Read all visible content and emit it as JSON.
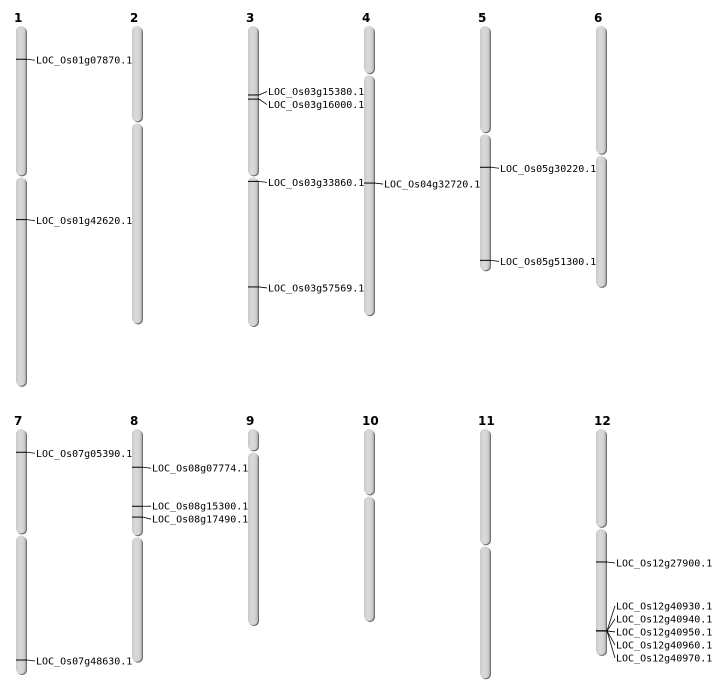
{
  "diagram": {
    "type": "chromosome-map",
    "units": "Mb",
    "colors": {
      "chromosome": "#d3d3d3",
      "chromosome_shadow": "#6e6e6e",
      "marker": "#000000"
    },
    "chromosomes": [
      {
        "name": "1",
        "length": 43.3,
        "centromere": 18.1,
        "genes": [
          {
            "id": "LOC_Os01g07870.1",
            "pos": 4.0
          },
          {
            "id": "LOC_Os01g42620.1",
            "pos": 23.3
          }
        ]
      },
      {
        "name": "2",
        "length": 35.8,
        "centromere": 11.6,
        "genes": []
      },
      {
        "name": "3",
        "length": 36.1,
        "centromere": 18.1,
        "genes": [
          {
            "id": "LOC_Os03g15380.1",
            "pos": 8.3
          },
          {
            "id": "LOC_Os03g16000.1",
            "pos": 8.8
          },
          {
            "id": "LOC_Os03g33860.1",
            "pos": 18.7
          },
          {
            "id": "LOC_Os03g57569.1",
            "pos": 31.4
          }
        ]
      },
      {
        "name": "4",
        "length": 34.8,
        "centromere": 5.8,
        "genes": [
          {
            "id": "LOC_Os04g32720.1",
            "pos": 18.9
          }
        ]
      },
      {
        "name": "5",
        "length": 29.4,
        "centromere": 12.9,
        "genes": [
          {
            "id": "LOC_Os05g30220.1",
            "pos": 17.0
          },
          {
            "id": "LOC_Os05g51300.1",
            "pos": 28.2
          }
        ]
      },
      {
        "name": "6",
        "length": 31.4,
        "centromere": 15.5,
        "genes": []
      },
      {
        "name": "7",
        "length": 29.5,
        "centromere": 12.7,
        "genes": [
          {
            "id": "LOC_Os07g05390.1",
            "pos": 2.8
          },
          {
            "id": "LOC_Os07g48630.1",
            "pos": 27.8
          }
        ]
      },
      {
        "name": "8",
        "length": 28.0,
        "centromere": 12.9,
        "genes": [
          {
            "id": "LOC_Os08g07774.1",
            "pos": 4.6
          },
          {
            "id": "LOC_Os08g15300.1",
            "pos": 9.3
          },
          {
            "id": "LOC_Os08g17490.1",
            "pos": 10.6
          }
        ]
      },
      {
        "name": "9",
        "length": 23.6,
        "centromere": 2.7,
        "genes": []
      },
      {
        "name": "10",
        "length": 23.1,
        "centromere": 8.0,
        "genes": []
      },
      {
        "name": "11",
        "length": 30.0,
        "centromere": 14.0,
        "genes": []
      },
      {
        "name": "12",
        "length": 27.2,
        "centromere": 11.9,
        "genes": [
          {
            "id": "LOC_Os12g27900.1",
            "pos": 16.0
          },
          {
            "id": "LOC_Os12g40930.1",
            "pos": 24.3
          },
          {
            "id": "LOC_Os12g40940.1",
            "pos": 24.3
          },
          {
            "id": "LOC_Os12g40950.1",
            "pos": 24.3
          },
          {
            "id": "LOC_Os12g40960.1",
            "pos": 24.3
          },
          {
            "id": "LOC_Os12g40970.1",
            "pos": 24.3
          }
        ]
      }
    ]
  }
}
